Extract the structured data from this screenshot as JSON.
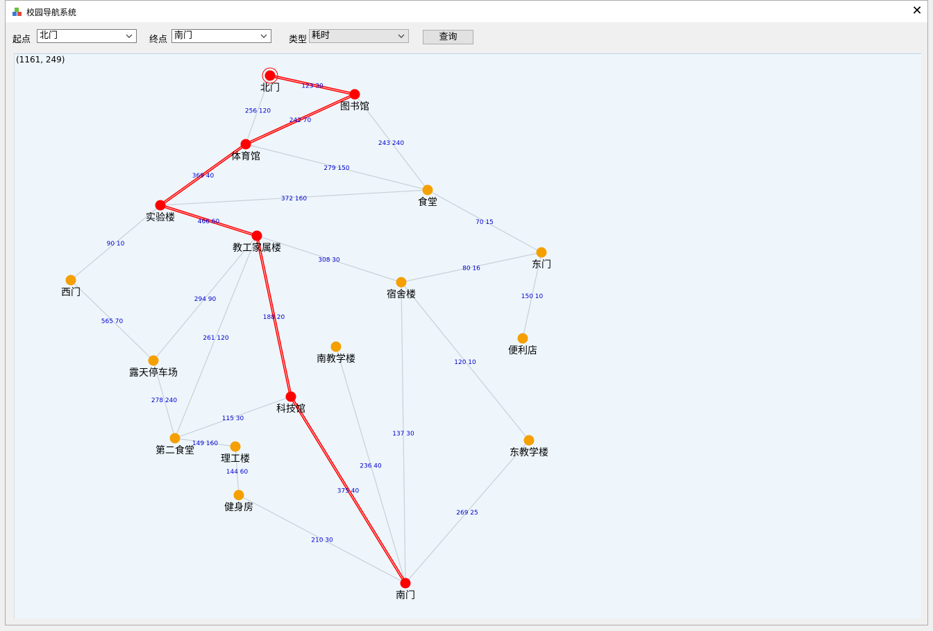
{
  "window": {
    "title": "校园导航系统",
    "close_glyph": "✕",
    "icon": "app-cubes-icon"
  },
  "toolbar": {
    "start_label": "起点",
    "start_value": "北门",
    "end_label": "终点",
    "end_value": "南门",
    "type_label": "类型",
    "type_value": "耗时",
    "query_label": "查询"
  },
  "canvas": {
    "coord_readout": "(1161, 249)"
  },
  "colors": {
    "route_node": "#ff0000",
    "route_edge": "#ff0000",
    "normal_node": "#f5a000",
    "normal_edge": "#c8d0d8",
    "edge_label": "#0000cc",
    "background": "#eef6fc"
  },
  "graph": {
    "start_node": "北门",
    "nodes": [
      {
        "name": "北门",
        "on_route": true
      },
      {
        "name": "图书馆",
        "on_route": true
      },
      {
        "name": "体育馆",
        "on_route": true
      },
      {
        "name": "食堂",
        "on_route": false
      },
      {
        "name": "实验楼",
        "on_route": true
      },
      {
        "name": "教工家属楼",
        "on_route": true
      },
      {
        "name": "东门",
        "on_route": false
      },
      {
        "name": "西门",
        "on_route": false
      },
      {
        "name": "宿舍楼",
        "on_route": false
      },
      {
        "name": "便利店",
        "on_route": false
      },
      {
        "name": "南教学楼",
        "on_route": false
      },
      {
        "name": "露天停车场",
        "on_route": false
      },
      {
        "name": "科技馆",
        "on_route": true
      },
      {
        "name": "第二食堂",
        "on_route": false
      },
      {
        "name": "理工楼",
        "on_route": false
      },
      {
        "name": "东教学楼",
        "on_route": false
      },
      {
        "name": "健身房",
        "on_route": false
      },
      {
        "name": "南门",
        "on_route": true
      }
    ],
    "edges": [
      {
        "from": "北门",
        "to": "图书馆",
        "label": "123  30",
        "on_route": true
      },
      {
        "from": "北门",
        "to": "体育馆",
        "label": "256  120",
        "on_route": false
      },
      {
        "from": "图书馆",
        "to": "体育馆",
        "label": "242  70",
        "on_route": true
      },
      {
        "from": "图书馆",
        "to": "食堂",
        "label": "243  240",
        "on_route": false
      },
      {
        "from": "体育馆",
        "to": "食堂",
        "label": "279  150",
        "on_route": false
      },
      {
        "from": "体育馆",
        "to": "实验楼",
        "label": "369  40",
        "on_route": true
      },
      {
        "from": "实验楼",
        "to": "食堂",
        "label": "372  160",
        "on_route": false
      },
      {
        "from": "实验楼",
        "to": "教工家属楼",
        "label": "466  60",
        "on_route": true
      },
      {
        "from": "实验楼",
        "to": "西门",
        "label": "90  10",
        "on_route": false
      },
      {
        "from": "食堂",
        "to": "东门",
        "label": "70  15",
        "on_route": false
      },
      {
        "from": "教工家属楼",
        "to": "宿舍楼",
        "label": "308  30",
        "on_route": false
      },
      {
        "from": "宿舍楼",
        "to": "东门",
        "label": "80  16",
        "on_route": false
      },
      {
        "from": "东门",
        "to": "便利店",
        "label": "150  10",
        "on_route": false
      },
      {
        "from": "西门",
        "to": "露天停车场",
        "label": "565  70",
        "on_route": false
      },
      {
        "from": "教工家属楼",
        "to": "露天停车场",
        "label": "294  90",
        "on_route": false
      },
      {
        "from": "教工家属楼",
        "to": "第二食堂",
        "label": "261  120",
        "on_route": false
      },
      {
        "from": "教工家属楼",
        "to": "科技馆",
        "label": "188  20",
        "on_route": true
      },
      {
        "from": "宿舍楼",
        "to": "东教学楼",
        "label": "120  10",
        "on_route": false
      },
      {
        "from": "宿舍楼",
        "to": "南门",
        "label": "137  30",
        "on_route": false
      },
      {
        "from": "露天停车场",
        "to": "第二食堂",
        "label": "278  240",
        "on_route": false
      },
      {
        "from": "第二食堂",
        "to": "科技馆",
        "label": "115  30",
        "on_route": false
      },
      {
        "from": "第二食堂",
        "to": "理工楼",
        "label": "149  160",
        "on_route": false
      },
      {
        "from": "理工楼",
        "to": "健身房",
        "label": "144  60",
        "on_route": false
      },
      {
        "from": "南教学楼",
        "to": "南门",
        "label": "236  40",
        "on_route": false
      },
      {
        "from": "科技馆",
        "to": "南门",
        "label": "375  40",
        "on_route": true
      },
      {
        "from": "健身房",
        "to": "南门",
        "label": "210  30",
        "on_route": false
      },
      {
        "from": "东教学楼",
        "to": "南门",
        "label": "269  25",
        "on_route": false
      }
    ]
  }
}
